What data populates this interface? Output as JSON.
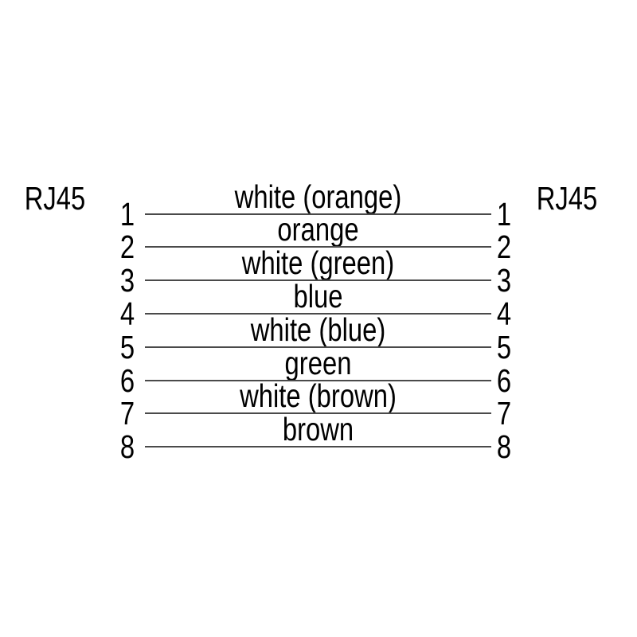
{
  "diagram": {
    "left_connector": "RJ45",
    "right_connector": "RJ45",
    "connections": [
      {
        "pin_left": "1",
        "wire": "white (orange)",
        "pin_right": "1"
      },
      {
        "pin_left": "2",
        "wire": "orange",
        "pin_right": "2"
      },
      {
        "pin_left": "3",
        "wire": "white (green)",
        "pin_right": "3"
      },
      {
        "pin_left": "4",
        "wire": "blue",
        "pin_right": "4"
      },
      {
        "pin_left": "5",
        "wire": "white (blue)",
        "pin_right": "5"
      },
      {
        "pin_left": "6",
        "wire": "green",
        "pin_right": "6"
      },
      {
        "pin_left": "7",
        "wire": "white (brown)",
        "pin_right": "7"
      },
      {
        "pin_left": "8",
        "wire": "brown",
        "pin_right": "8"
      }
    ],
    "colors": {
      "text": "#000000",
      "line": "#4a4a4a",
      "background": "#ffffff"
    }
  }
}
